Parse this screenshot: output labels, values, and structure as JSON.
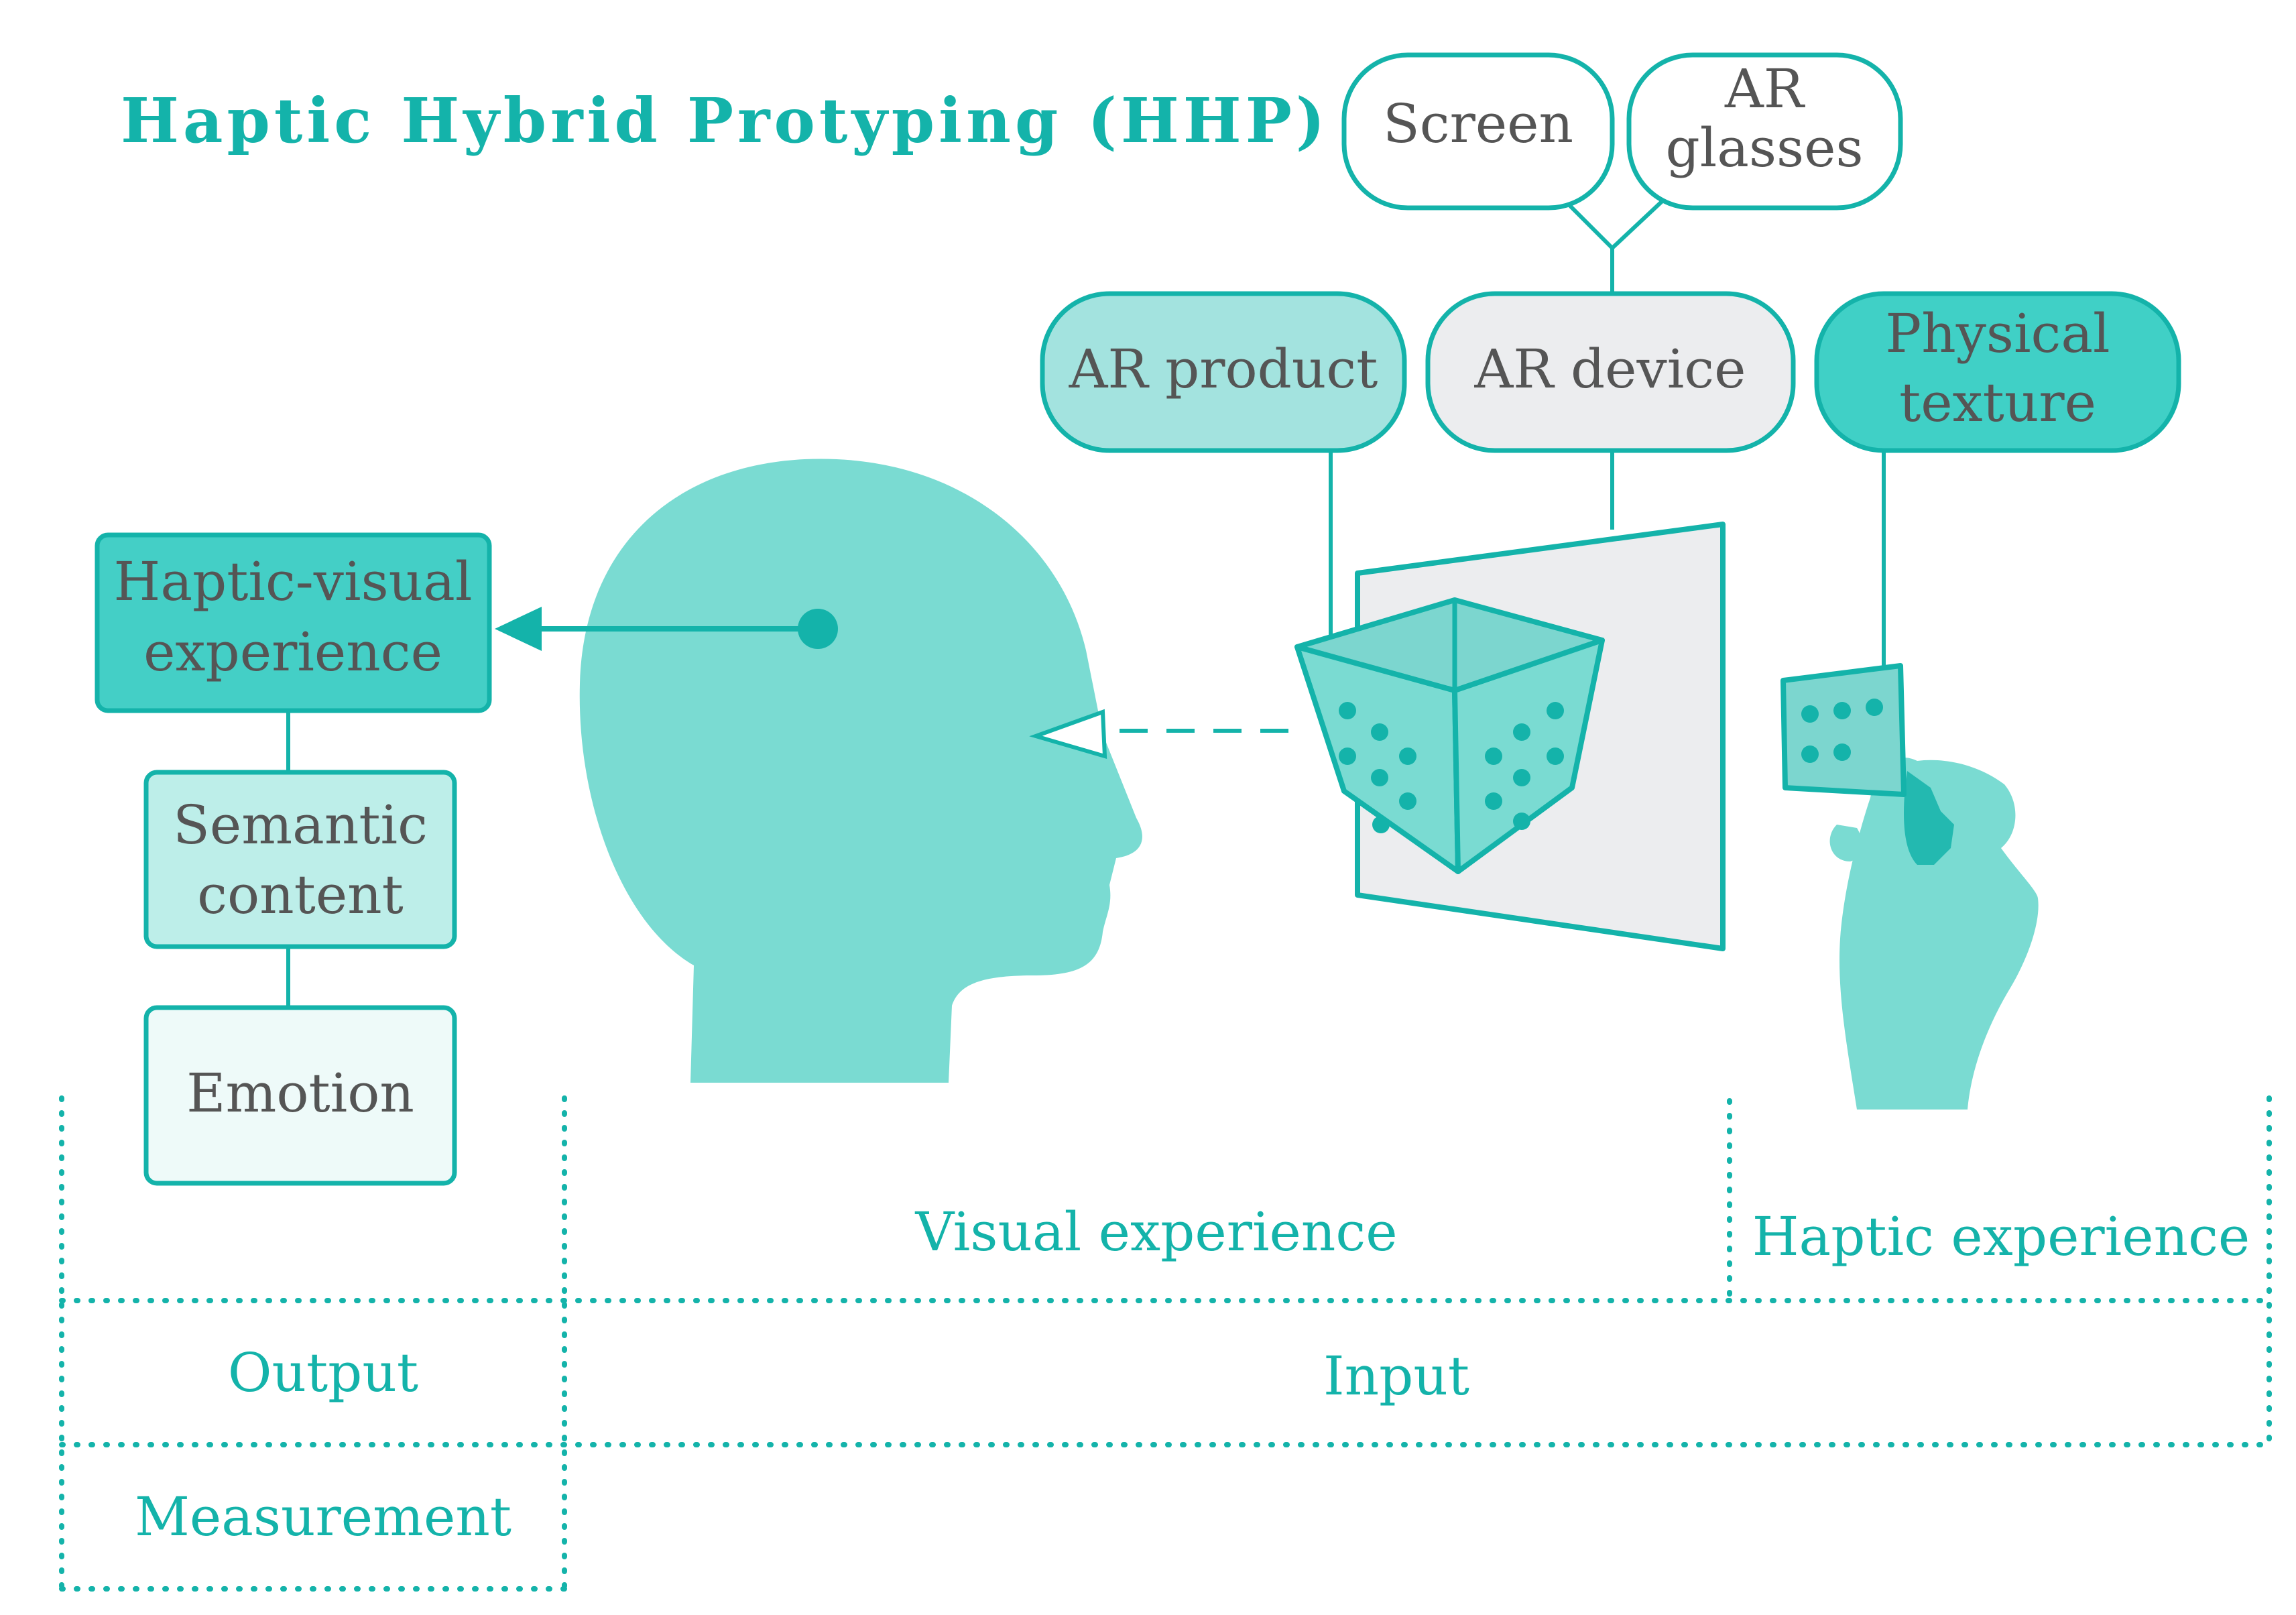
{
  "title": "Haptic Hybrid Protyping (HHP)",
  "nodes": {
    "screen": "Screen",
    "ar_glasses_line1": "AR",
    "ar_glasses_line2": "glasses",
    "ar_product": "AR product",
    "ar_device": "AR device",
    "physical_texture_line1": "Physical",
    "physical_texture_line2": "texture",
    "haptic_visual_line1": "Haptic-visual",
    "haptic_visual_line2": "experience",
    "semantic_line1": "Semantic",
    "semantic_line2": "content",
    "emotion": "Emotion"
  },
  "regions": {
    "visual_experience": "Visual experience",
    "haptic_experience": "Haptic experience",
    "output": "Output",
    "input": "Input",
    "measurement": "Measurement"
  },
  "colors": {
    "teal": "#14b3aa",
    "teal_dark": "#0fa59c",
    "head": "#7adbd2",
    "ar_product_fill": "#a3e3df",
    "physical_fill": "#40d0c6",
    "haptic_fill": "#44cfc6",
    "semantic_fill": "#bdeee9",
    "emotion_fill": "#eefaf9",
    "device_fill": "#ecedef",
    "node_text": "#555555"
  }
}
